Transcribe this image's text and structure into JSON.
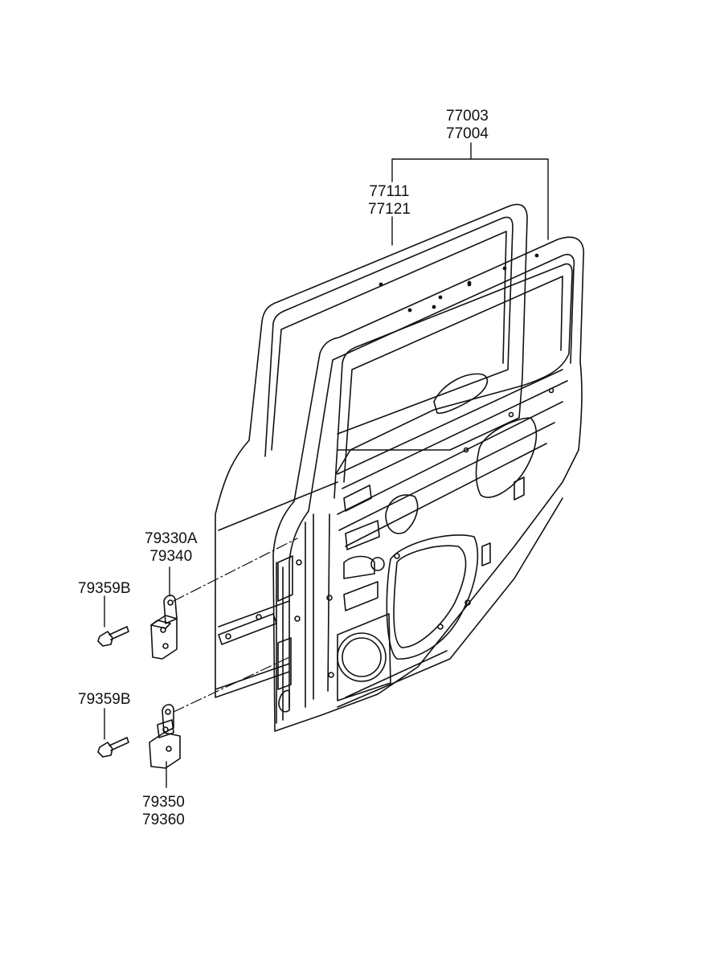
{
  "callouts": {
    "door_assembly": {
      "line1": "77003",
      "line2": "77004"
    },
    "door_panel": {
      "line1": "77111",
      "line2": "77121"
    },
    "upper_hinge": {
      "line1": "79330A",
      "line2": "79340"
    },
    "upper_bolt": {
      "line1": "79359B"
    },
    "lower_bolt": {
      "line1": "79359B"
    },
    "lower_hinge": {
      "line1": "79350",
      "line2": "79360"
    }
  },
  "colors": {
    "line": "#111111",
    "background": "#ffffff"
  }
}
